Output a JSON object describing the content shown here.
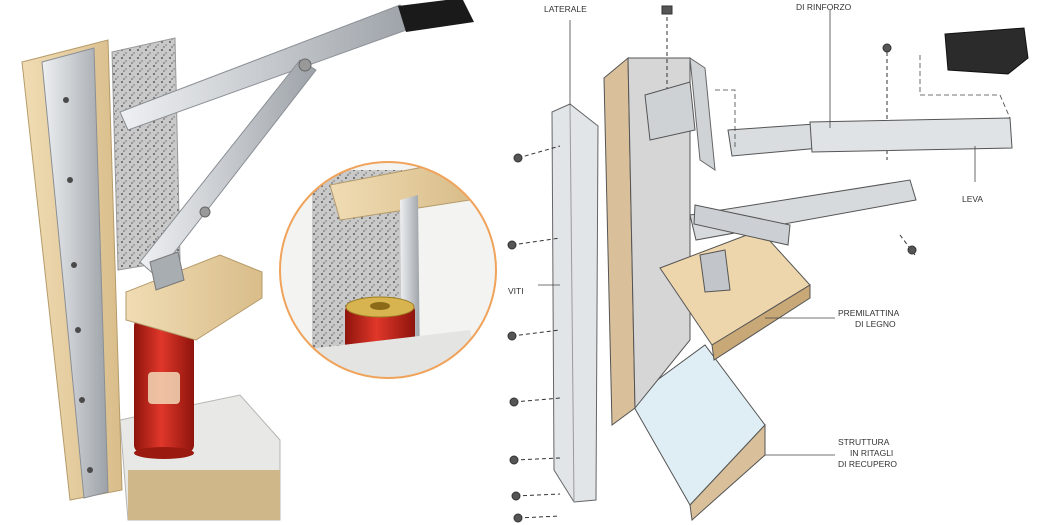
{
  "diagram": {
    "labels": {
      "laterale": "LATERALE",
      "rinforzo": "DI RINFORZO",
      "leva": "LEVA",
      "viti": "VITI",
      "premilattina_1": "PREMILATTINA",
      "premilattina_2": "DI LEGNO",
      "struttura_1": "STRUTTURA",
      "struttura_2": "IN RITAGLI",
      "struttura_3": "DI RECUPERO"
    }
  },
  "colors": {
    "wood": "#e3c99a",
    "aluminum": "#c9cdd2",
    "granite": "#b9b9b9",
    "can_red": "#c8261b",
    "accent_circle": "#f0a35b"
  }
}
